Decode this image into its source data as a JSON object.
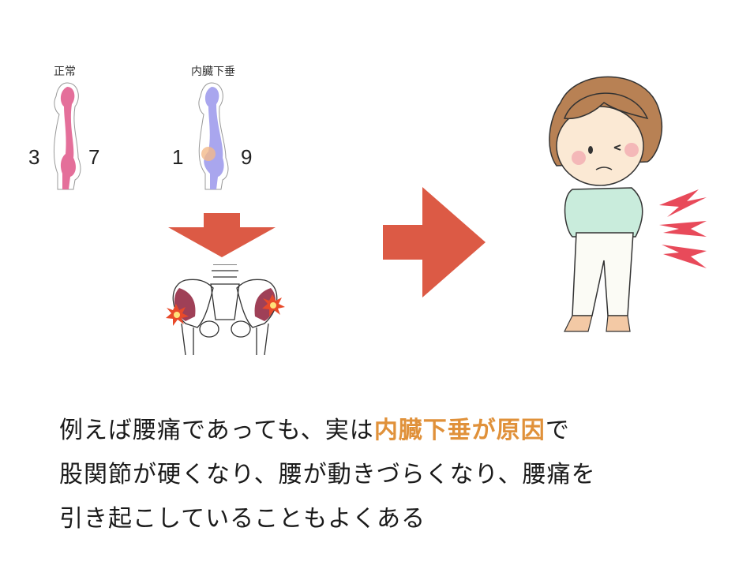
{
  "figures": {
    "normal": {
      "label": "正常",
      "front": "3",
      "back": "7",
      "color": "#e46f9a"
    },
    "ptosis": {
      "label": "内臓下垂",
      "front": "1",
      "back": "9",
      "color": "#a9a6ee"
    }
  },
  "arrows": {
    "color": "#dc5a45"
  },
  "caption": {
    "line1_pre": "例えば腰痛であっても、実は",
    "line1_highlight": "内臓下垂が原因",
    "line1_post": "で",
    "line2": "股関節が硬くなり、腰が動きづらくなり、腰痛を",
    "line3": "引き起こしていることもよくある",
    "highlight_color": "#e0913a"
  }
}
